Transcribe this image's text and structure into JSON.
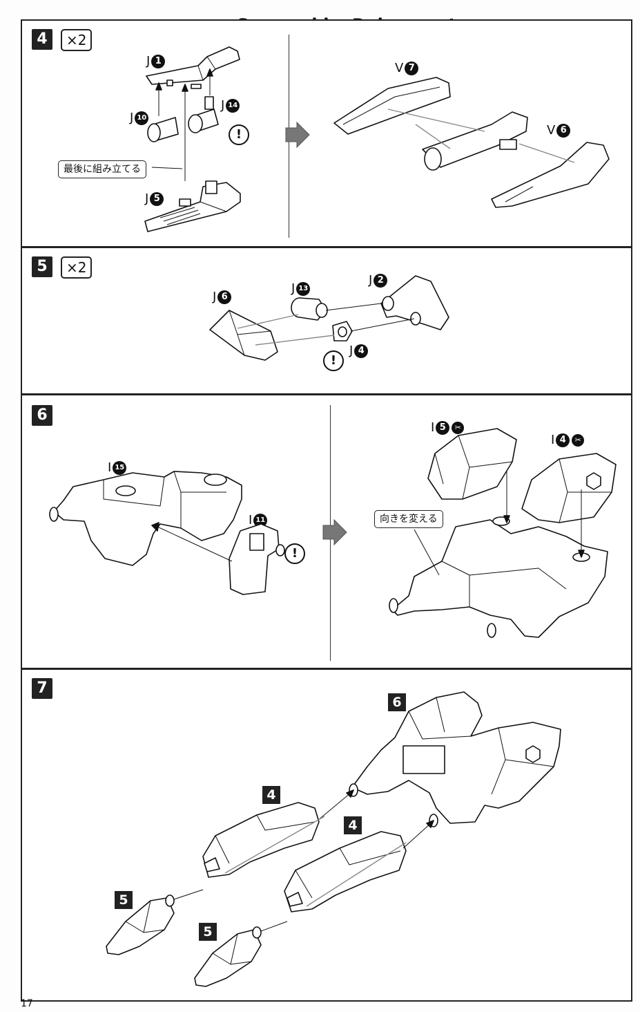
{
  "watermark": "Scanned by Dalong.net",
  "page_number": "17",
  "steps": [
    {
      "number": "4",
      "multiplier": "×2",
      "labels": {
        "j1": {
          "letter": "J",
          "num": "1"
        },
        "j14": {
          "letter": "J",
          "num": "14"
        },
        "j10": {
          "letter": "J",
          "num": "10"
        },
        "j5": {
          "letter": "J",
          "num": "5"
        },
        "v7": {
          "letter": "V",
          "num": "7"
        },
        "v6": {
          "letter": "V",
          "num": "6"
        }
      },
      "note": "最後に組み立てる",
      "warning": "!"
    },
    {
      "number": "5",
      "multiplier": "×2",
      "labels": {
        "j6": {
          "letter": "J",
          "num": "6"
        },
        "j13": {
          "letter": "J",
          "num": "13"
        },
        "j2": {
          "letter": "J",
          "num": "2"
        },
        "j4": {
          "letter": "J",
          "num": "4"
        }
      },
      "warning": "!"
    },
    {
      "number": "6",
      "labels": {
        "i15": {
          "letter": "I",
          "num": "15"
        },
        "i11": {
          "letter": "I",
          "num": "11"
        },
        "i5": {
          "letter": "I",
          "num": "5"
        },
        "i4": {
          "letter": "I",
          "num": "4"
        }
      },
      "note": "向きを変える",
      "warning": "!"
    },
    {
      "number": "7",
      "refs": [
        "6",
        "4",
        "4",
        "5",
        "5"
      ]
    }
  ]
}
